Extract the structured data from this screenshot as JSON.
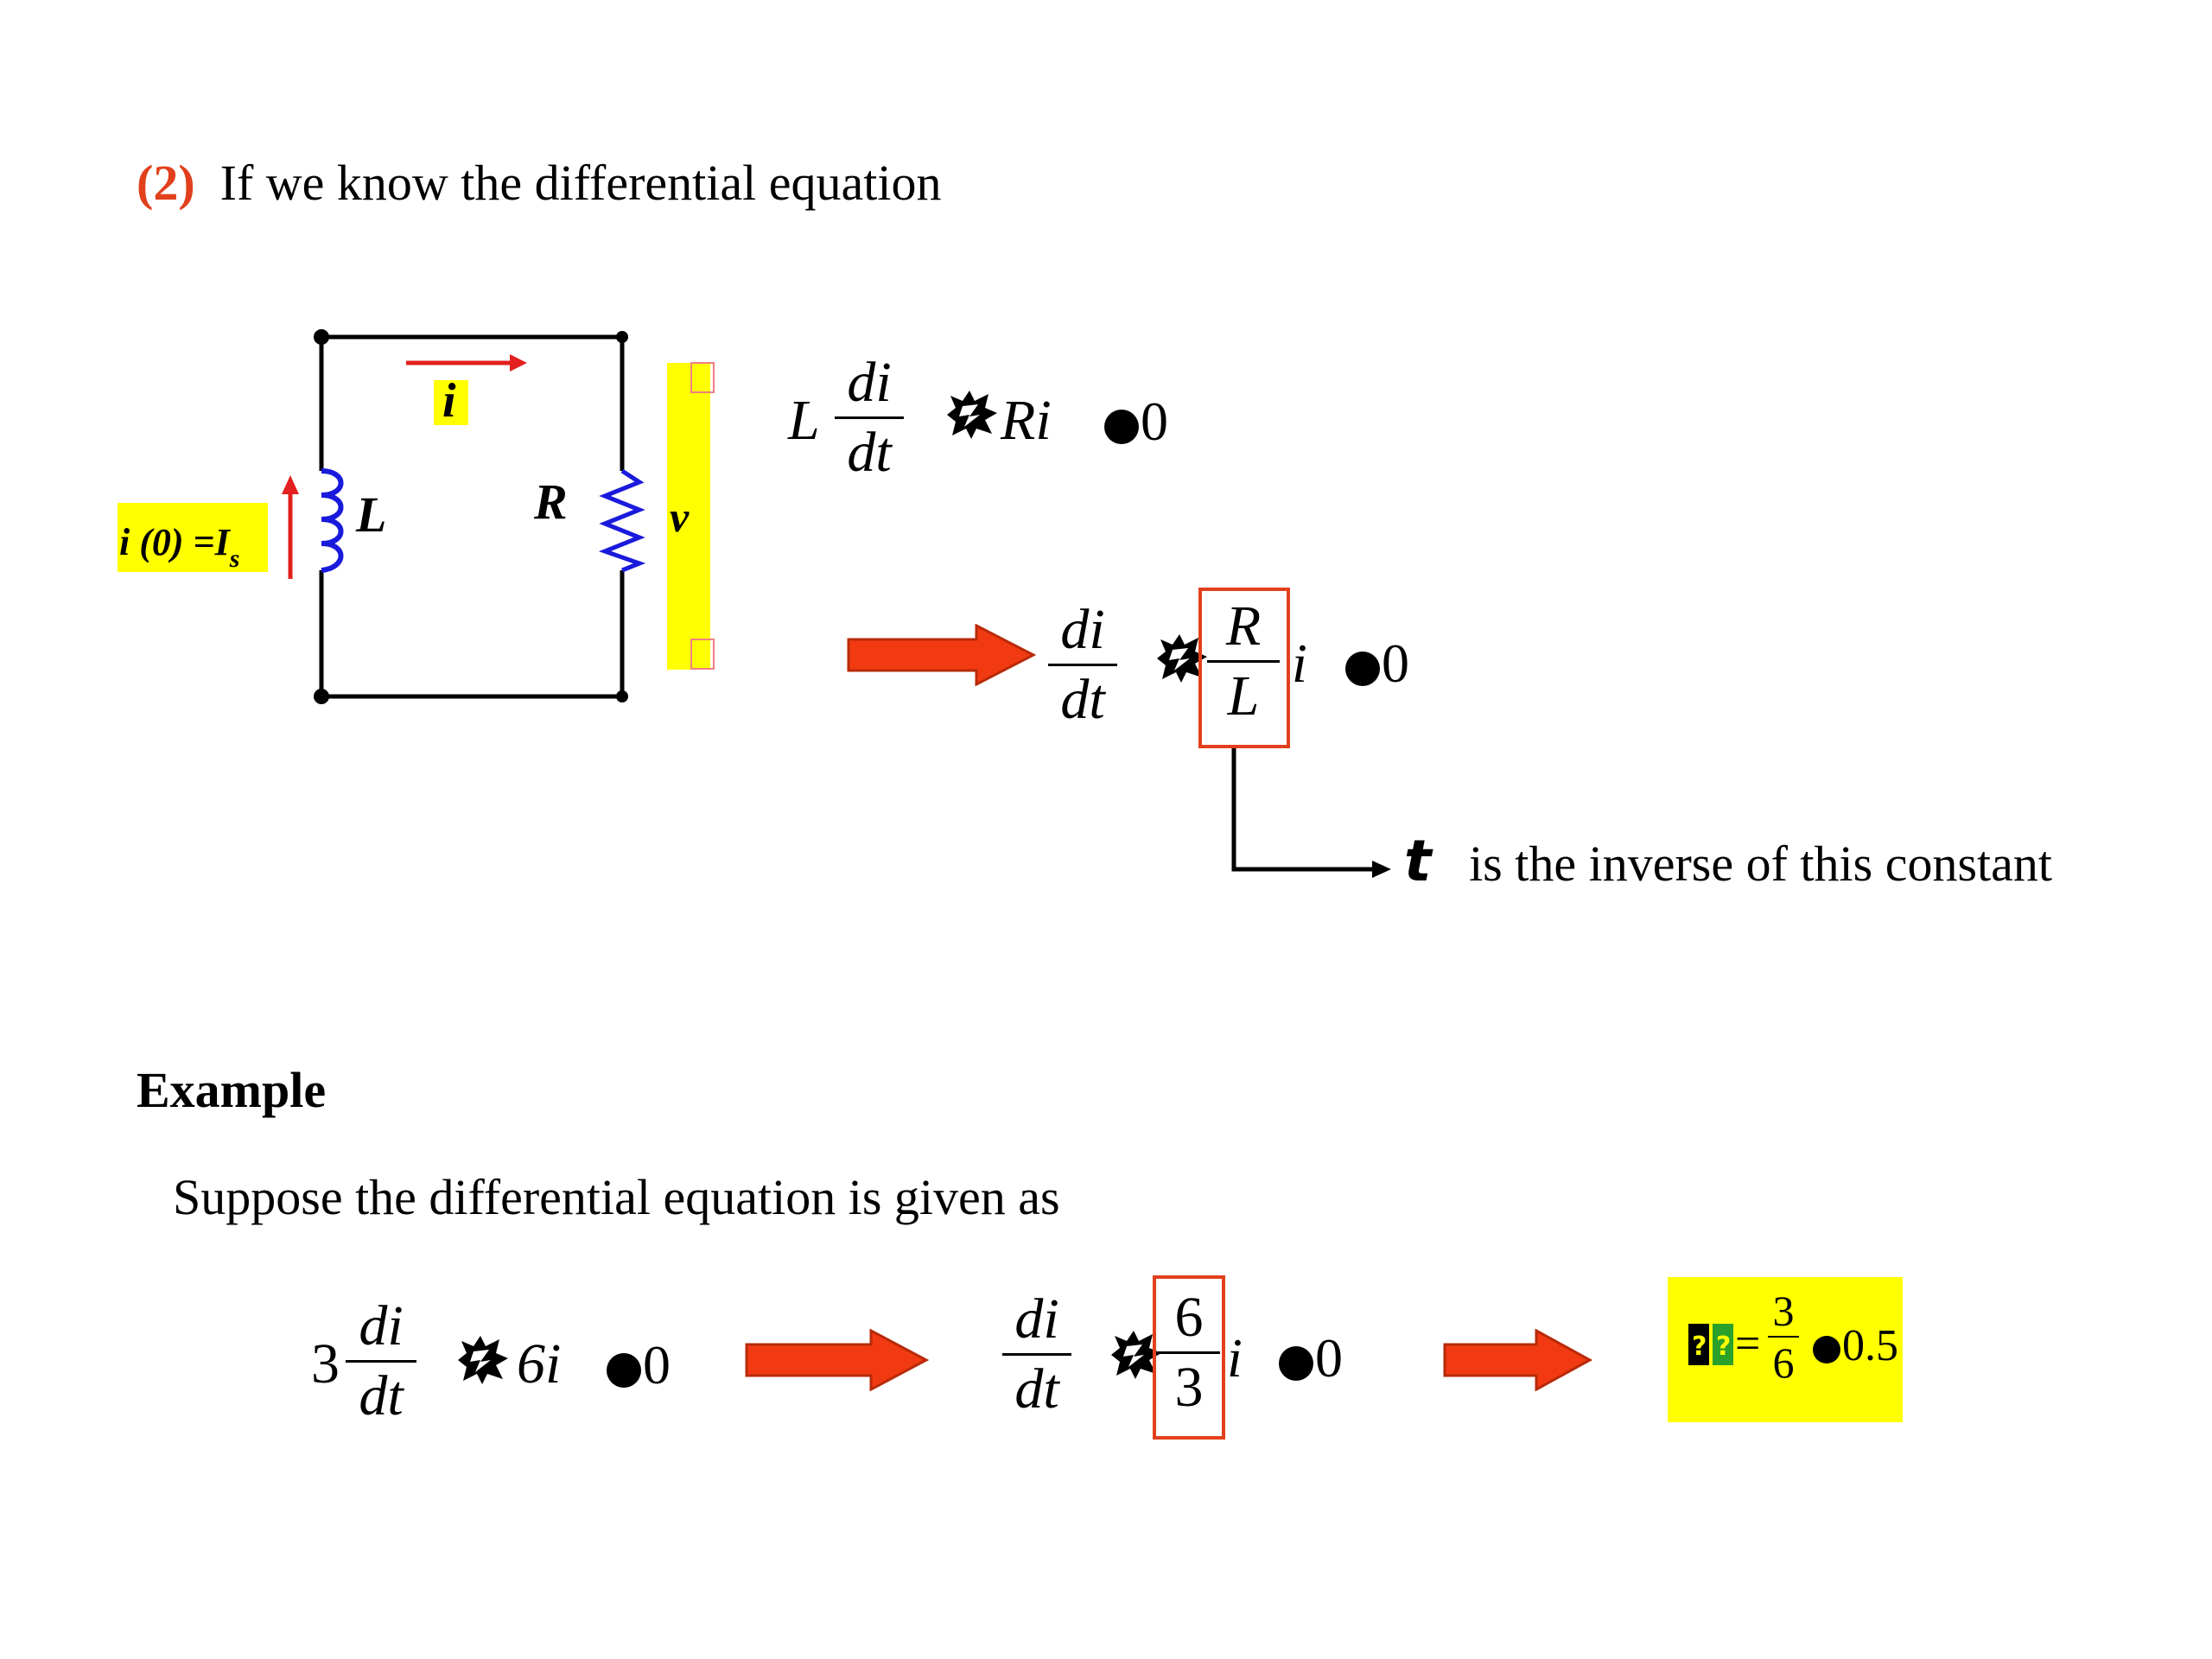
{
  "heading": {
    "number": "(2)",
    "text": "If we know the differential equation"
  },
  "circuit": {
    "current_label": "i",
    "inductor_label": "L",
    "resistor_label": "R",
    "voltage_label": "v",
    "initial_condition": "i (0) =I",
    "initial_condition_sub": "s"
  },
  "eq1": {
    "coef": "L",
    "num": "di",
    "den": "dt",
    "term": "Ri",
    "rhs": "0"
  },
  "eq2": {
    "num": "di",
    "den": "dt",
    "frac_num": "R",
    "frac_den": "L",
    "var": "i",
    "rhs": "0"
  },
  "tau_note": {
    "symbol": "t",
    "text": "is the inverse of this constant"
  },
  "example": {
    "title": "Example",
    "intro": "Suppose the differential equation is given as",
    "eq_a": {
      "coef": "3",
      "num": "di",
      "den": "dt",
      "term": "6i",
      "rhs": "0"
    },
    "eq_b": {
      "num": "di",
      "den": "dt",
      "frac_num": "6",
      "frac_den": "3",
      "var": "i",
      "rhs": "0"
    },
    "result": {
      "eq": "=",
      "frac_num": "3",
      "frac_den": "6",
      "value": "0.5"
    }
  },
  "colors": {
    "accent_red": "#e2401d",
    "highlight_yellow": "#ffff00",
    "coil_blue": "#1a1adc"
  }
}
